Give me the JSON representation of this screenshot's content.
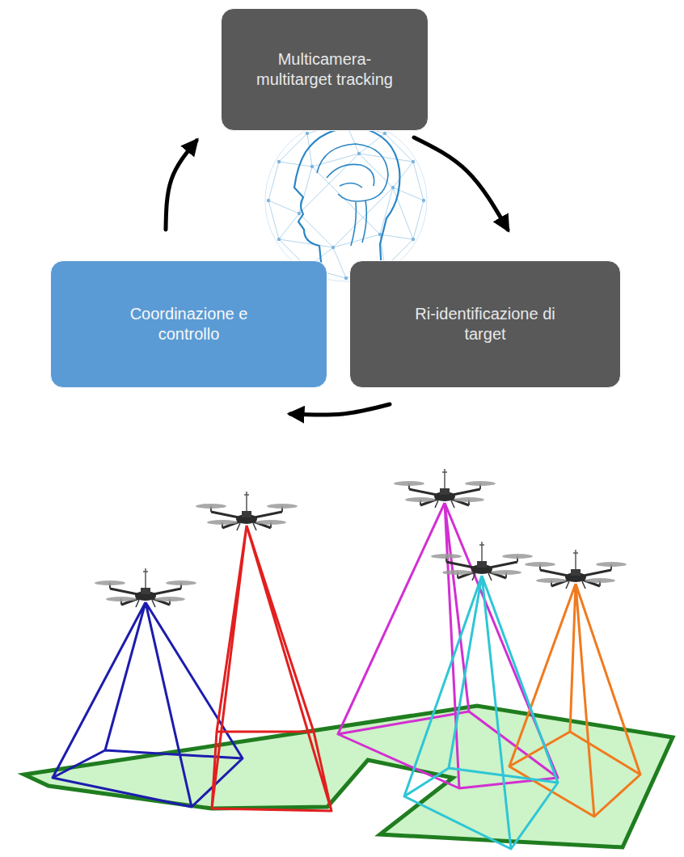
{
  "diagram": {
    "nodes": [
      {
        "text": [
          "Multicamera- multitarget tracking"
        ]
      },
      {
        "text": [
          "Coordinazione e controllo"
        ]
      },
      {
        "text": [
          "Ri-identificazione di target"
        ]
      }
    ],
    "edges": [
      {
        "from": 0,
        "to": 2,
        "arrow": "to"
      },
      {
        "from": 2,
        "to": 1,
        "arrow": "to"
      },
      {
        "from": 1,
        "to": 0,
        "arrow": "to"
      }
    ]
  }
}
